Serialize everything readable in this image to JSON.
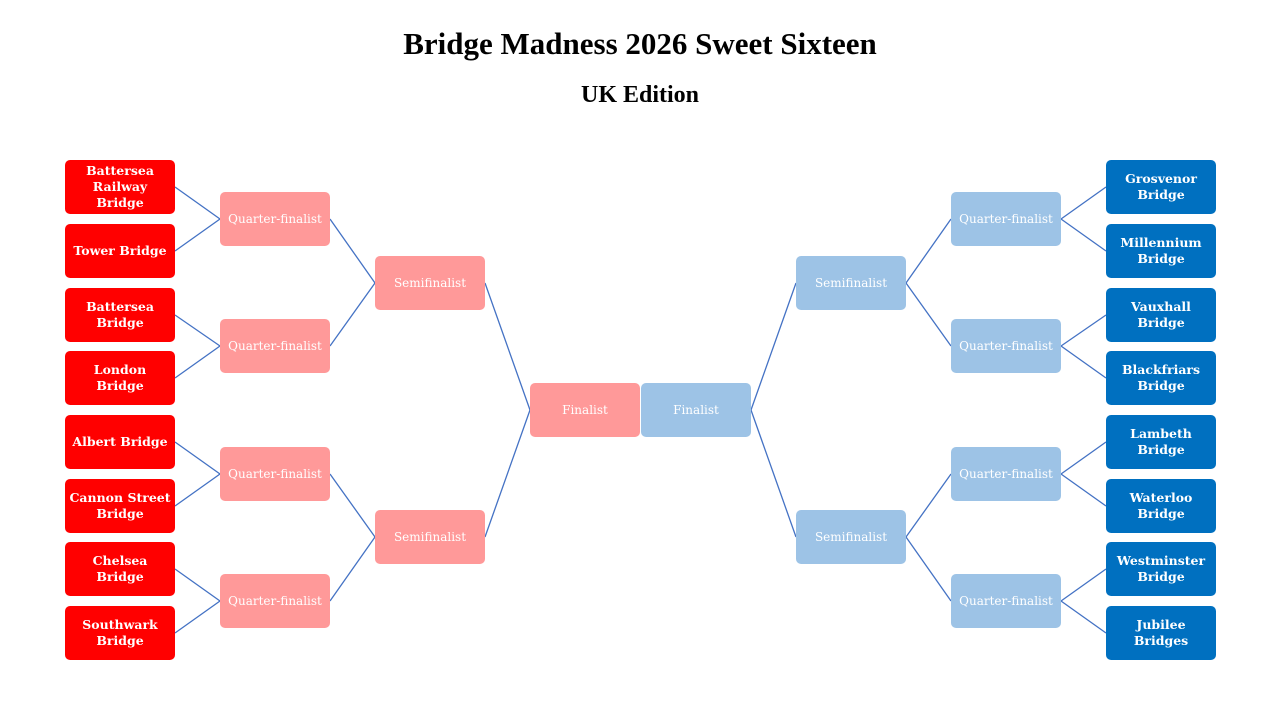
{
  "title": "Bridge Madness 2026 Sweet Sixteen",
  "subtitle": "UK Edition",
  "colors": {
    "left_team": "#ff0000",
    "left_slot": "#ff9999",
    "right_team": "#0070c0",
    "right_slot": "#9dc3e6",
    "connector": "#4472c4"
  },
  "left": {
    "teams": [
      "Battersea Railway Bridge",
      "Tower Bridge",
      "Battersea Bridge",
      "London Bridge",
      "Albert Bridge",
      "Cannon Street Bridge",
      "Chelsea Bridge",
      "Southwark Bridge"
    ],
    "quarterfinals": [
      "Quarter-finalist",
      "Quarter-finalist",
      "Quarter-finalist",
      "Quarter-finalist"
    ],
    "semifinals": [
      "Semifinalist",
      "Semifinalist"
    ],
    "finalist": "Finalist"
  },
  "right": {
    "teams": [
      "Grosvenor Bridge",
      "Millennium Bridge",
      "Vauxhall Bridge",
      "Blackfriars Bridge",
      "Lambeth Bridge",
      "Waterloo Bridge",
      "Westminster Bridge",
      "Jubilee Bridges"
    ],
    "quarterfinals": [
      "Quarter-finalist",
      "Quarter-finalist",
      "Quarter-finalist",
      "Quarter-finalist"
    ],
    "semifinals": [
      "Semifinalist",
      "Semifinalist"
    ],
    "finalist": "Finalist"
  }
}
